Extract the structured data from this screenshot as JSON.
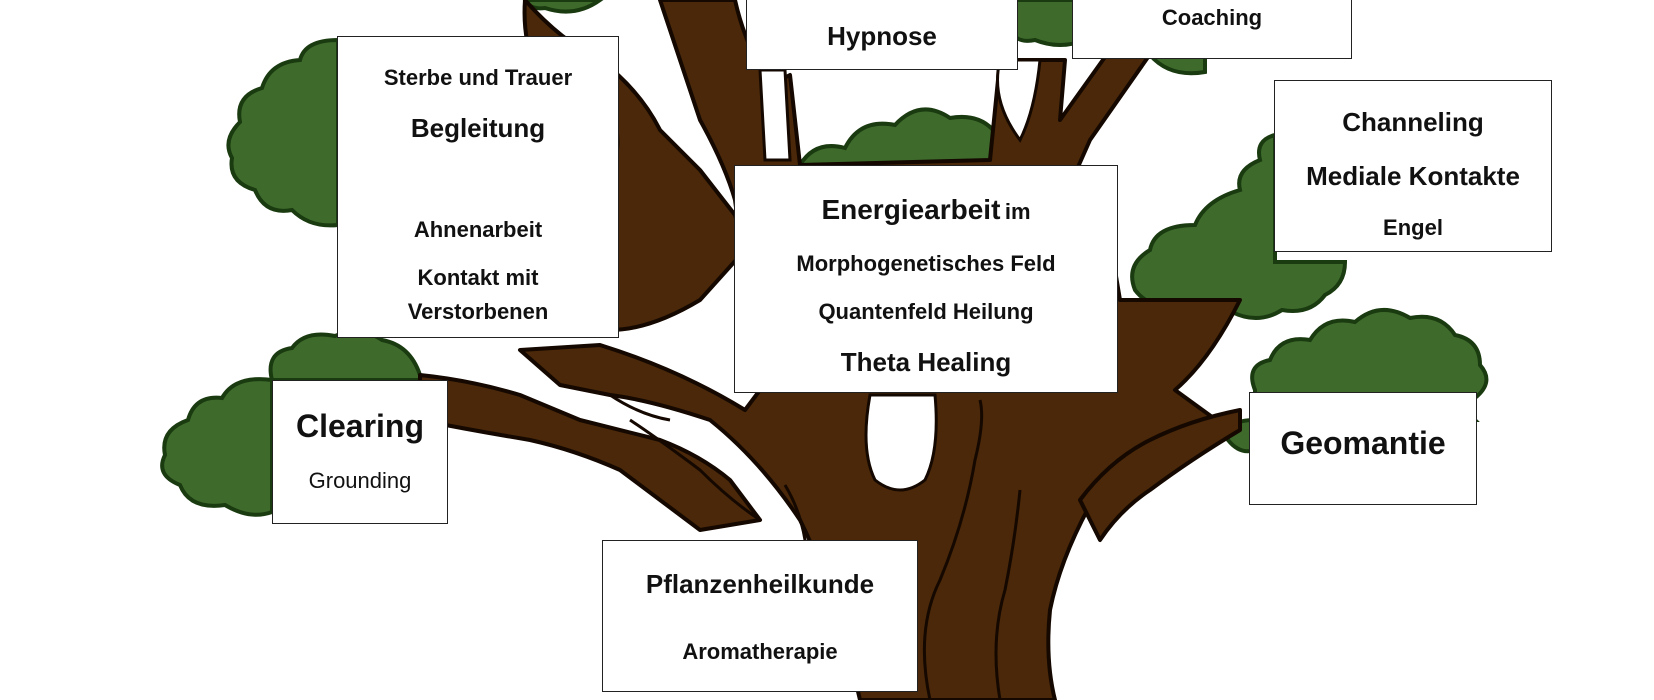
{
  "colors": {
    "trunk": "#4a2809",
    "trunk_outline": "#140800",
    "foliage": "#3e6b2c",
    "foliage_outline": "#1a3a10"
  },
  "cards": {
    "hypnose": {
      "title": "Hypnose"
    },
    "coaching": {
      "title": "Coaching"
    },
    "begleitung": {
      "line1": "Sterbe und Trauer",
      "line2": "Begleitung",
      "line3": "Ahnenarbeit",
      "line4": "Kontakt mit",
      "line5": "Verstorbenen"
    },
    "channeling": {
      "line1": "Channeling",
      "line2": "Mediale Kontakte",
      "line3": "Engel"
    },
    "energiearbeit": {
      "line1a": "Energiearbeit",
      "line1b": "im",
      "line2": "Morphogenetisches Feld",
      "line3": "Quantenfeld Heilung",
      "line4": "Theta Healing"
    },
    "clearing": {
      "line1": "Clearing",
      "line2": "Grounding"
    },
    "geomantie": {
      "line1": "Geomantie"
    },
    "pflanzen": {
      "line1": "Pflanzenheilkunde",
      "line2": "Aromatherapie"
    }
  }
}
